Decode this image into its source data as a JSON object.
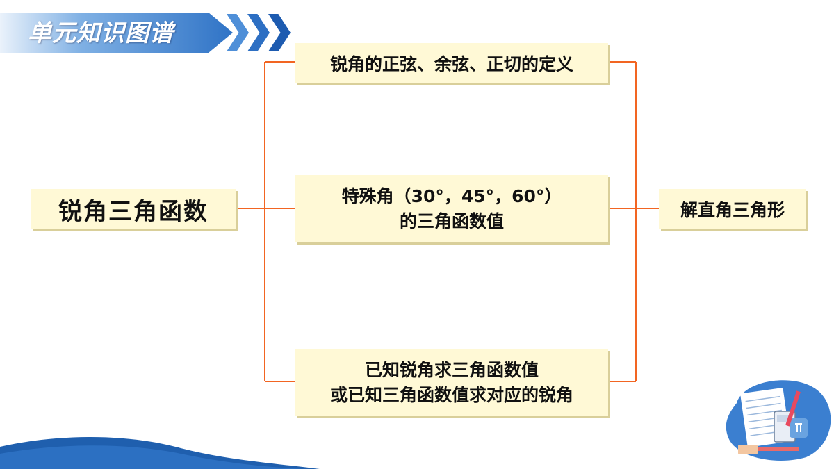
{
  "header": {
    "title": "单元知识图谱"
  },
  "nodes": {
    "main": "锐角三角函数",
    "definition": "锐角的正弦、余弦、正切的定义",
    "special": [
      "特殊角（30°，45°，60°）",
      "的三角函数值"
    ],
    "inverse": [
      "已知锐角求三角函数值",
      "或已知三角函数值求对应的锐角"
    ],
    "solve": "解直角三角形"
  },
  "colors": {
    "connector": "#f26522",
    "box_fill": "#fff9d6",
    "header_blue": "#2f73c6"
  },
  "decoration": {
    "illustration": "math-notebook-calculator-icon"
  }
}
